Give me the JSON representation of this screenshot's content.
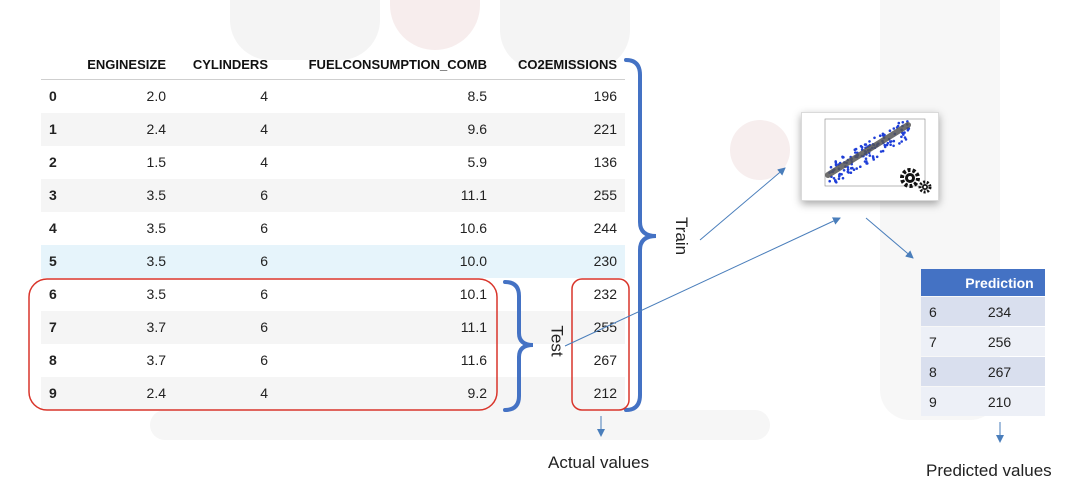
{
  "table": {
    "headers": [
      "",
      "ENGINESIZE",
      "CYLINDERS",
      "FUELCONSUMPTION_COMB",
      "CO2EMISSIONS"
    ],
    "rows": [
      [
        "0",
        "2.0",
        "4",
        "8.5",
        "196"
      ],
      [
        "1",
        "2.4",
        "4",
        "9.6",
        "221"
      ],
      [
        "2",
        "1.5",
        "4",
        "5.9",
        "136"
      ],
      [
        "3",
        "3.5",
        "6",
        "11.1",
        "255"
      ],
      [
        "4",
        "3.5",
        "6",
        "10.6",
        "244"
      ],
      [
        "5",
        "3.5",
        "6",
        "10.0",
        "230"
      ],
      [
        "6",
        "3.5",
        "6",
        "10.1",
        "232"
      ],
      [
        "7",
        "3.7",
        "6",
        "11.1",
        "255"
      ],
      [
        "8",
        "3.7",
        "6",
        "11.6",
        "267"
      ],
      [
        "9",
        "2.4",
        "4",
        "9.2",
        "212"
      ]
    ]
  },
  "labels": {
    "train": "Train",
    "test": "Test",
    "actual": "Actual values",
    "predicted": "Predicted values"
  },
  "prediction_table": {
    "header": "Prediction",
    "rows": [
      [
        "6",
        "234"
      ],
      [
        "7",
        "256"
      ],
      [
        "8",
        "267"
      ],
      [
        "9",
        "210"
      ]
    ]
  },
  "colors": {
    "brace": "#4472c4",
    "test_box": "#d9352b",
    "arrow": "#4a7ebb",
    "prediction_header": "#4472c4",
    "highlight_row": "#e6f4fb"
  },
  "icons": [
    "scatter-plot-thumbnail",
    "gears-icon"
  ]
}
